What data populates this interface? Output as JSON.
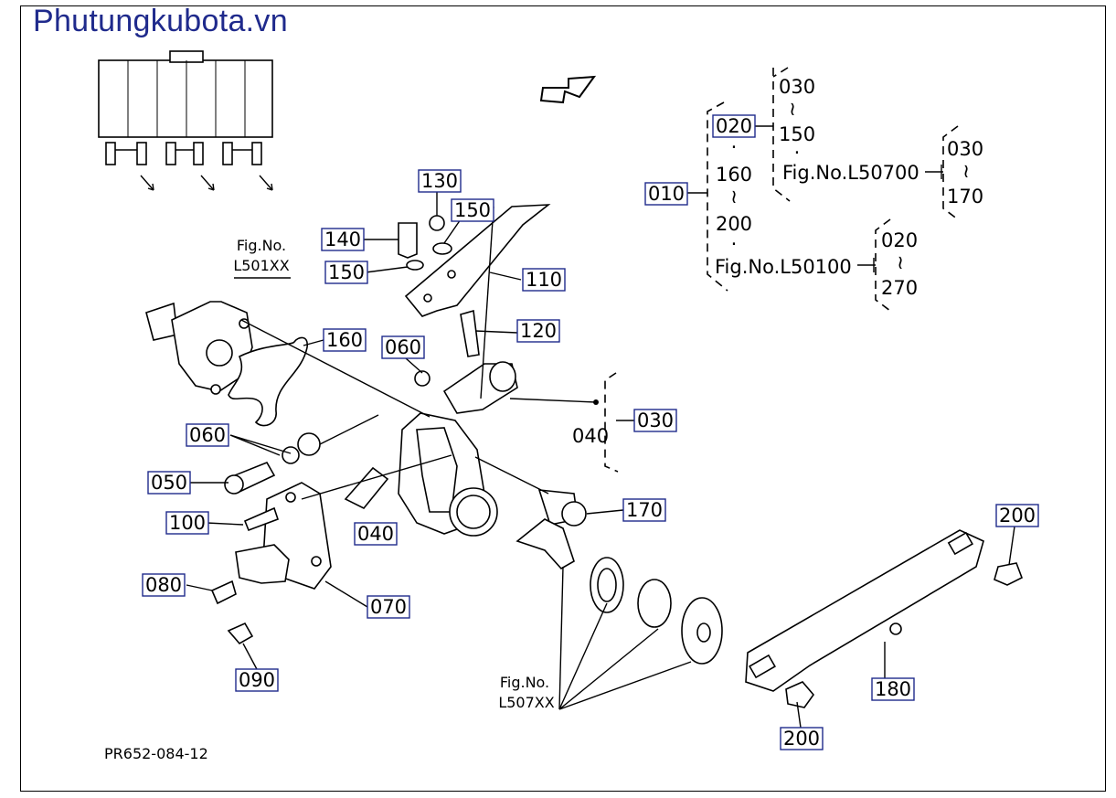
{
  "brand": {
    "text": "Phutungkubota.vn",
    "color": "#1f2a8c"
  },
  "footer": {
    "diagram_code": "PR652-084-12"
  },
  "callouts": [
    {
      "id": "c130",
      "label": "130"
    },
    {
      "id": "c150a",
      "label": "150"
    },
    {
      "id": "c140",
      "label": "140"
    },
    {
      "id": "c150b",
      "label": "150"
    },
    {
      "id": "c110",
      "label": "110"
    },
    {
      "id": "c120",
      "label": "120"
    },
    {
      "id": "c160",
      "label": "160"
    },
    {
      "id": "c060a",
      "label": "060"
    },
    {
      "id": "c060b",
      "label": "060"
    },
    {
      "id": "c030",
      "label": "030"
    },
    {
      "id": "c050",
      "label": "050"
    },
    {
      "id": "c100",
      "label": "100"
    },
    {
      "id": "c040",
      "label": "040"
    },
    {
      "id": "c170",
      "label": "170"
    },
    {
      "id": "c080",
      "label": "080"
    },
    {
      "id": "c070",
      "label": "070"
    },
    {
      "id": "c090",
      "label": "090"
    },
    {
      "id": "c200a",
      "label": "200"
    },
    {
      "id": "c200b",
      "label": "200"
    },
    {
      "id": "c180",
      "label": "180"
    }
  ],
  "figure_refs": {
    "l501": {
      "line1": "Fig.No.",
      "line2": "L501XX"
    },
    "l507": {
      "line1": "Fig.No.",
      "line2": "L507XX"
    }
  },
  "tree": {
    "root": "010",
    "node_020": "020",
    "dot1": "·",
    "r160": "160",
    "tilde1": "≀",
    "r200": "200",
    "dot2": "·",
    "fig_l50100": "Fig.No.L50100",
    "sub_030": "030",
    "tilde2": "≀",
    "sub_150": "150",
    "dot3": "·",
    "fig_l50700": "Fig.No.L50700",
    "l50700_030": "030",
    "tilde3": "≀",
    "l50700_170": "170",
    "l50100_020": "020",
    "tilde4": "≀",
    "l50100_270": "270"
  },
  "group_030": {
    "label_040": "040"
  }
}
